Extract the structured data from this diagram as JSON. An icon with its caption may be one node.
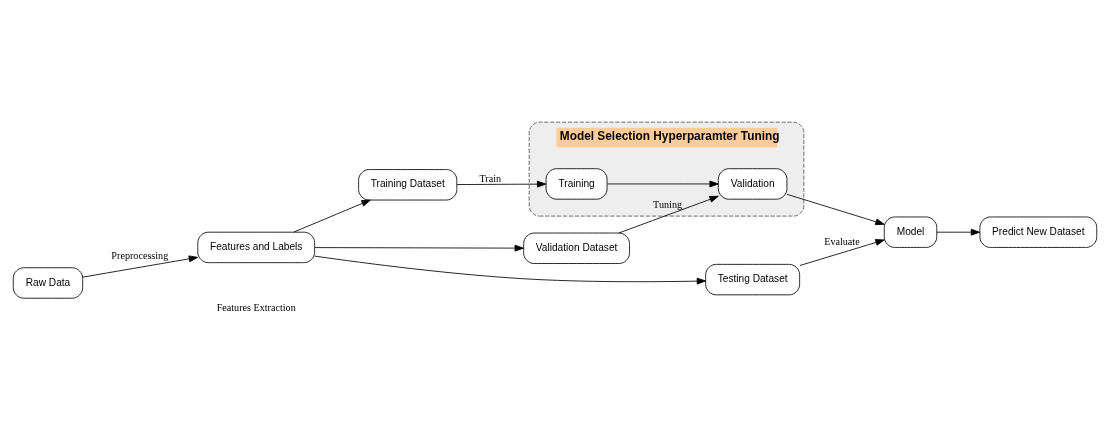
{
  "diagram": {
    "nodes": [
      {
        "text": [
          "Raw Data"
        ]
      },
      {
        "text": [
          "Features and Labels"
        ]
      },
      {
        "text": [
          "Training Dataset"
        ]
      },
      {
        "text": [
          "Validation Dataset"
        ]
      },
      {
        "text": [
          "Testing Dataset"
        ]
      },
      {
        "text": [
          "Model Selection Hyperparamter Tuning"
        ]
      },
      {
        "text": [
          "Training"
        ],
        "in": 5
      },
      {
        "text": [
          "Validation"
        ],
        "in": 5
      },
      {
        "text": [
          "Model"
        ]
      },
      {
        "text": [
          "Predict New Dataset"
        ]
      }
    ],
    "edges": [
      {
        "from": 0,
        "to": 1,
        "arrow": "to",
        "label": "Preprocessing"
      },
      {
        "from": 1,
        "to": 2,
        "arrow": "to"
      },
      {
        "from": 1,
        "to": 3,
        "arrow": "to"
      },
      {
        "from": 1,
        "to": 4,
        "arrow": "to"
      },
      {
        "from": 2,
        "to": 6,
        "arrow": "to",
        "label": "Train"
      },
      {
        "from": 6,
        "to": 7,
        "arrow": "to"
      },
      {
        "from": 3,
        "to": 7,
        "arrow": "to",
        "label": "Tuning"
      },
      {
        "from": 7,
        "to": 8,
        "arrow": "to"
      },
      {
        "from": 4,
        "to": 8,
        "arrow": "to",
        "label": "Evaluate"
      },
      {
        "from": 8,
        "to": 9,
        "arrow": "to"
      }
    ],
    "labels": [
      "Features Extraction"
    ]
  }
}
